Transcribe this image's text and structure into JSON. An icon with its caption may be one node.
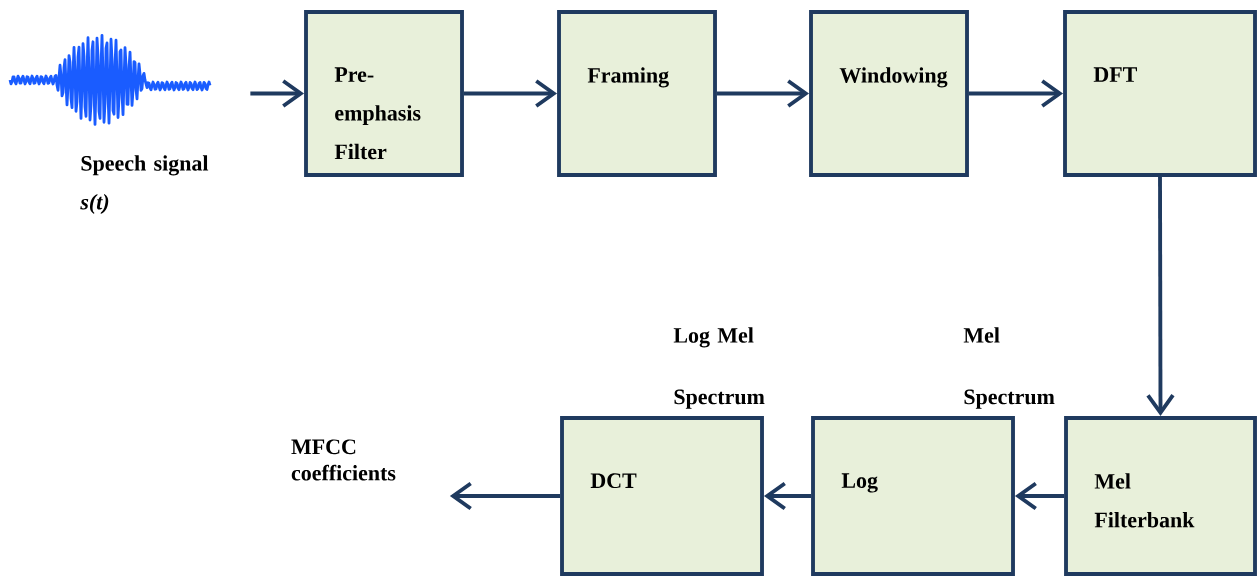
{
  "diagram": {
    "nodes": [
      {
        "text": [],
        "shape": "picture",
        "beside": [
          "Speech signal *s(t)*"
        ]
      },
      {
        "text": [
          "Pre-emphasis Filter"
        ]
      },
      {
        "text": [
          "Framing"
        ]
      },
      {
        "text": [
          "Windowing"
        ]
      },
      {
        "text": [
          "DFT"
        ]
      },
      {
        "text": [
          "Mel Filterbank"
        ]
      },
      {
        "text": [
          "Log"
        ]
      },
      {
        "text": [
          "DCT"
        ]
      },
      {
        "text": [
          "MFCC coefficients"
        ]
      }
    ],
    "edges": [
      {
        "from": 0,
        "to": 1,
        "arrow": "to"
      },
      {
        "from": 1,
        "to": 2,
        "arrow": "to"
      },
      {
        "from": 2,
        "to": 3,
        "arrow": "to"
      },
      {
        "from": 3,
        "to": 4,
        "arrow": "to"
      },
      {
        "from": 4,
        "to": 5,
        "arrow": "to"
      },
      {
        "from": 5,
        "to": 6,
        "arrow": "to"
      },
      {
        "from": 6,
        "to": 7,
        "arrow": "to"
      },
      {
        "from": 7,
        "to": 8,
        "arrow": "to"
      }
    ],
    "labels": [
      "Log Mel Spectrum",
      "Mel Spectrum"
    ]
  }
}
